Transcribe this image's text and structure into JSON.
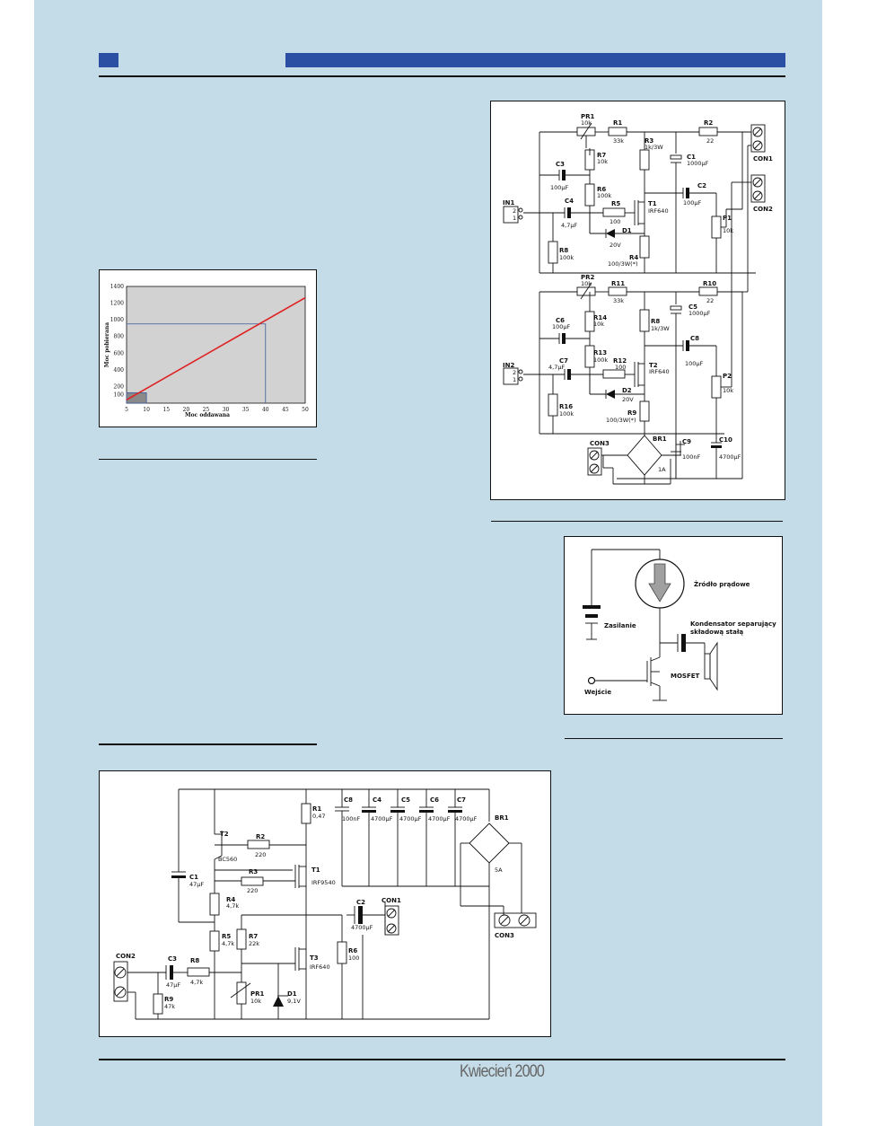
{
  "footer": {
    "text": "Kwiecień 2000"
  },
  "chart_data": {
    "type": "line",
    "xlabel": "Moc oddawana",
    "ylabel": "Moc pobierana",
    "x_ticks": [
      5,
      10,
      15,
      20,
      25,
      30,
      35,
      40,
      45,
      50
    ],
    "y_ticks": [
      100,
      200,
      400,
      600,
      800,
      1000,
      1200,
      1400
    ],
    "xlim": [
      5,
      50
    ],
    "ylim": [
      0,
      1400
    ],
    "series": [
      {
        "x": [
          5,
          50
        ],
        "y": [
          40,
          1265
        ]
      }
    ],
    "guides": [
      {
        "x": 10,
        "y": 125
      },
      {
        "x": 40,
        "y": 950
      }
    ]
  },
  "fig1": {
    "labels": {
      "pr1": "PR1",
      "pr1v": "10k",
      "r1": "R1",
      "r1v": "33k",
      "r2": "R2",
      "r2v": "22",
      "con1": "CON1",
      "con2": "CON2",
      "r3": "R3",
      "r3v": "1k/3W",
      "c1": "C1",
      "c1v": "1000µF",
      "r7": "R7",
      "r7v": "10k",
      "c3": "C3",
      "c3v": "100µF",
      "c2": "C2",
      "c2v": "100µF",
      "r6": "R6",
      "r6v": "100k",
      "t1": "T1",
      "t1v": "IRF640",
      "in1": "IN1",
      "c4": "C4",
      "c4v": "4,7µF",
      "r5": "R5",
      "r5v": "100",
      "p1": "P1",
      "p1v": "10k",
      "d1": "D1",
      "d1v": "20V",
      "r8": "R8",
      "r8v": "100k",
      "r4": "R4",
      "r4v": "100/3W(*)",
      "pr2": "PR2",
      "pr2v": "10k",
      "r11": "R11",
      "r11v": "33k",
      "r10": "R10",
      "r10v": "22",
      "r14": "R14",
      "r14v": "10k",
      "c5": "C5",
      "c5v": "1000µF",
      "c6": "C6",
      "c6v": "100µF",
      "r8b": "R8",
      "r8bv": "1k/3W",
      "c8": "C8",
      "c8v": "100µF",
      "r13": "R13",
      "r13v": "100k",
      "r12": "R12",
      "r12v": "100",
      "t2": "T2",
      "t2v": "IRF640",
      "in2": "IN2",
      "c7": "C7",
      "c7v": "4,7µF",
      "p2": "P2",
      "p2v": "10k",
      "d2": "D2",
      "d2v": "20V",
      "r16": "R16",
      "r16v": "100k",
      "r9": "R9",
      "r9v": "100/3W(*)",
      "br1": "BR1",
      "con3": "CON3",
      "c9": "C9",
      "c9v": "100nF",
      "c10": "C10",
      "c10v": "4700µF",
      "br1v": "1A",
      "pin2": "2",
      "pin1": "1"
    }
  },
  "fig2": {
    "labels": {
      "zrodlo": "Źródło prądowe",
      "zasilanie": "Zasilanie",
      "kond1": "Kondensator separujący",
      "kond2": "składową stałą",
      "mosfet": "MOSFET",
      "wejscie": "Wejście"
    }
  },
  "fig3": {
    "labels": {
      "c8": "C8",
      "c8v": "100nF",
      "c4": "C4",
      "c4v": "4700µF",
      "c5": "C5",
      "c5v": "4700µF",
      "c6": "C6",
      "c6v": "4700µF",
      "c7": "C7",
      "c7v": "4700µF",
      "r1": "R1",
      "r1v": "0,47",
      "t2": "T2",
      "t2v": "BC560",
      "r2": "R2",
      "r2v": "220",
      "br1": "BR1",
      "br1v": "5A",
      "c1": "C1",
      "c1v": "47µF",
      "r3": "R3",
      "r3v": "220",
      "t1": "T1",
      "t1v": "IRF9540",
      "r4": "R4",
      "r4v": "4,7k",
      "c2": "C2",
      "c2v": "4700µF",
      "con1": "CON1",
      "con3": "CON3",
      "r5": "R5",
      "r5v": "4,7k",
      "r7": "R7",
      "r7v": "22k",
      "r6": "R6",
      "r6v": "100",
      "con2": "CON2",
      "c3": "C3",
      "c3v": "47µF",
      "r8": "R8",
      "r8v": "4,7k",
      "t3": "T3",
      "t3v": "IRF640",
      "r9": "R9",
      "r9v": "47k",
      "pr1": "PR1",
      "pr1v": "10k",
      "d1": "D1",
      "d1v": "9,1V"
    }
  }
}
